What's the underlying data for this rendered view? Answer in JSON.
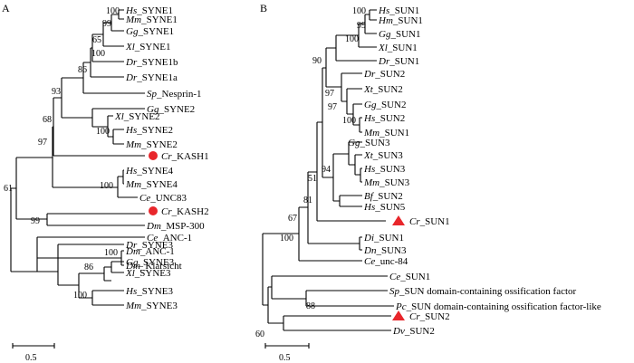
{
  "panels": [
    {
      "label": "A",
      "scale_label": "0.5",
      "leaves": [
        {
          "prefix": "Hs",
          "name": "SYNE1"
        },
        {
          "prefix": "Mm",
          "name": "SYNE1"
        },
        {
          "prefix": "Gg",
          "name": "SYNE1"
        },
        {
          "prefix": "Xl",
          "name": "SYNE1"
        },
        {
          "prefix": "Dr",
          "name": "SYNE1b"
        },
        {
          "prefix": "Dr",
          "name": "SYNE1a"
        },
        {
          "prefix": "Sp",
          "name": "Nesprin-1"
        },
        {
          "prefix": "Gg",
          "name": "SYNE2"
        },
        {
          "prefix": "Xl",
          "name": "SYNE2"
        },
        {
          "prefix": "Hs",
          "name": "SYNE2"
        },
        {
          "prefix": "Mm",
          "name": "SYNE2"
        },
        {
          "prefix": "Cr",
          "name": "KASH1",
          "marker": "circle"
        },
        {
          "prefix": "Hs",
          "name": "SYNE4"
        },
        {
          "prefix": "Mm",
          "name": "SYNE4"
        },
        {
          "prefix": "Ce",
          "name": "UNC83"
        },
        {
          "prefix": "Cr",
          "name": "KASH2",
          "marker": "circle"
        },
        {
          "prefix": "Dm",
          "name": "MSP-300"
        },
        {
          "prefix": "Ce",
          "name": "ANC-1"
        },
        {
          "prefix": "Dm",
          "name": "ANC-1"
        },
        {
          "prefix": "Dm",
          "name": "Klarsicht"
        },
        {
          "prefix": "Dr",
          "name": "SYNE3"
        },
        {
          "prefix": "Gg",
          "name": "SYNE3"
        },
        {
          "prefix": "Xl",
          "name": "SYNE3"
        },
        {
          "prefix": "Hs",
          "name": "SYNE3"
        },
        {
          "prefix": "Mm",
          "name": "SYNE3"
        }
      ],
      "bootstrap": [
        "100",
        "99",
        "65",
        "100",
        "86",
        "93",
        "100",
        "68",
        "97",
        "100",
        "61",
        "99",
        "100",
        "86",
        "100"
      ]
    },
    {
      "label": "B",
      "scale_label": "0.5",
      "leaves": [
        {
          "prefix": "Hs",
          "name": "SUN1"
        },
        {
          "prefix": "Hm",
          "name": "SUN1"
        },
        {
          "prefix": "Gg",
          "name": "SUN1"
        },
        {
          "prefix": "Xl",
          "name": "SUN1"
        },
        {
          "prefix": "Dr",
          "name": "SUN1"
        },
        {
          "prefix": "Dr",
          "name": "SUN2"
        },
        {
          "prefix": "Xt",
          "name": "SUN2"
        },
        {
          "prefix": "Gg",
          "name": "SUN2"
        },
        {
          "prefix": "Hs",
          "name": "SUN2"
        },
        {
          "prefix": "Mm",
          "name": "SUN1"
        },
        {
          "prefix": "Gg",
          "name": "SUN3"
        },
        {
          "prefix": "Xt",
          "name": "SUN3"
        },
        {
          "prefix": "Hs",
          "name": "SUN3"
        },
        {
          "prefix": "Mm",
          "name": "SUN3"
        },
        {
          "prefix": "Bf",
          "name": "SUN2"
        },
        {
          "prefix": "Hs",
          "name": "SUN5"
        },
        {
          "prefix": "Cr",
          "name": "SUN1",
          "marker": "triangle"
        },
        {
          "prefix": "Di",
          "name": "SUN1"
        },
        {
          "prefix": "Dn",
          "name": "SUN3"
        },
        {
          "prefix": "Ce",
          "name": "unc-84"
        },
        {
          "prefix": "Ce",
          "name": "SUN1"
        },
        {
          "prefix": "Sp",
          "name": "SUN domain-containing ossification factor"
        },
        {
          "prefix": "Pc",
          "name": "SUN domain-containing ossification factor-like"
        },
        {
          "prefix": "Cr",
          "name": "SUN2",
          "marker": "triangle"
        },
        {
          "prefix": "Dv",
          "name": "SUN2"
        }
      ],
      "bootstrap": [
        "100",
        "99",
        "100",
        "90",
        "97",
        "97",
        "100",
        "94",
        "51",
        "81",
        "67",
        "100",
        "88",
        "60"
      ]
    }
  ],
  "colors": {
    "marker": "#e8262b",
    "line": "#000000"
  }
}
